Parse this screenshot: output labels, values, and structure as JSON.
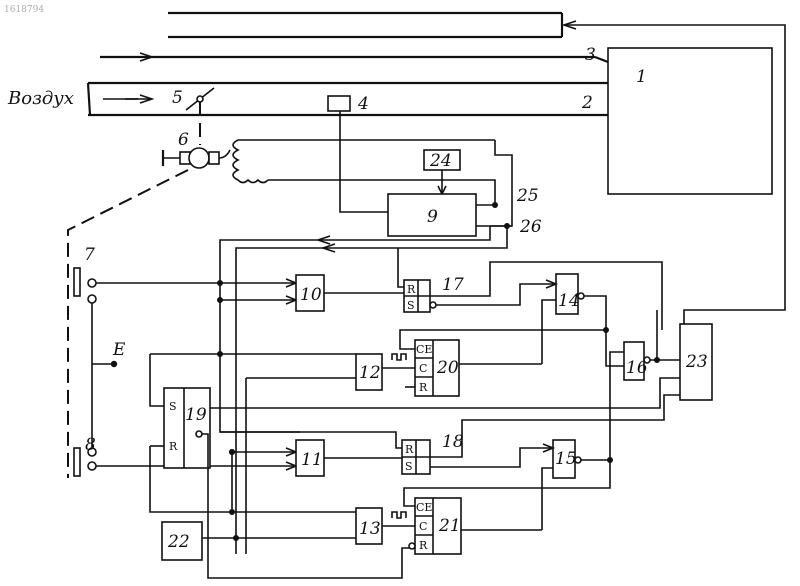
{
  "figure": {
    "corner_text": "1618794",
    "air_label": "Воздух",
    "blocks": {
      "b1": "1",
      "b4": "4",
      "b9": "9",
      "b10": "10",
      "b11": "11",
      "b12": "12",
      "b13": "13",
      "b14": "14",
      "b15": "15",
      "b16": "16",
      "b17": "17",
      "b18": "18",
      "b19": "19",
      "b20": "20",
      "b21": "21",
      "b22": "22",
      "b23": "23",
      "b24": "24"
    },
    "labels": {
      "l2": "2",
      "l3": "3",
      "l5": "5",
      "l6": "6",
      "l7": "7",
      "l8": "8",
      "l25": "25",
      "l26": "26",
      "lE": "E"
    },
    "pins": {
      "r17": "R",
      "s17": "S",
      "r18": "R",
      "s18": "S",
      "s19": "S",
      "r19": "R",
      "ce20": "CE",
      "c20": "C",
      "r20": "R",
      "ce21": "CE",
      "c21": "C",
      "r21": "R"
    }
  }
}
